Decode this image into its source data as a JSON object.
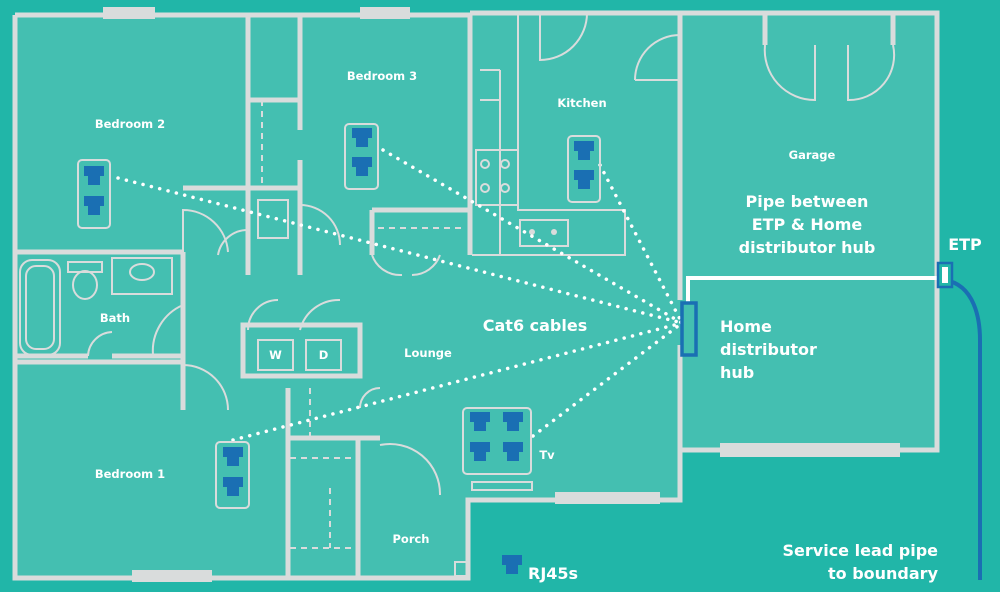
{
  "rooms": {
    "bedroom2": "Bedroom 2",
    "bedroom3": "Bedroom 3",
    "kitchen": "Kitchen",
    "garage": "Garage",
    "bath": "Bath",
    "lounge": "Lounge",
    "bedroom1": "Bedroom 1",
    "porch": "Porch",
    "tv": "Tv"
  },
  "appliances": {
    "washer": "W",
    "dryer": "D"
  },
  "labels": {
    "cat6": "Cat6 cables",
    "pipe_line1": "Pipe between",
    "pipe_line2": "ETP & Home",
    "pipe_line3": "distributor hub",
    "etp": "ETP",
    "hub_line1": "Home",
    "hub_line2": "distributor",
    "hub_line3": "hub",
    "service_line1": "Service lead pipe",
    "service_line2": "to boundary",
    "legend_rj45": "RJ45s"
  },
  "colors": {
    "background": "#21b6a8",
    "floor": "#44bfb1",
    "wall": "#d9dcdc",
    "rj45": "#1a6fb3",
    "service_pipe": "#1a6fb3",
    "text": "#ffffff"
  }
}
